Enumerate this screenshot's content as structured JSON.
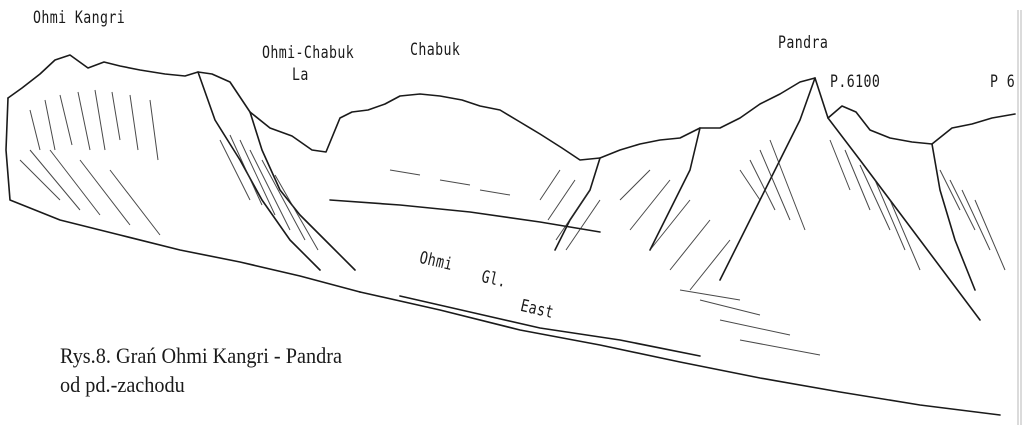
{
  "peaks": {
    "ohmi_kangri": "Ohmi Kangri",
    "ohmi_chabuk_la_line1": "Ohmi-Chabuk",
    "ohmi_chabuk_la_line2": "La",
    "chabuk": "Chabuk",
    "pandra": "Pandra",
    "p6100": "P.6100",
    "p6_cut": "P 6"
  },
  "glacier": {
    "word1": "Ohmi",
    "word2": "Gl.",
    "word3": "East"
  },
  "caption": {
    "line1": "Rys.8. Grań Ohmi Kangri - Pandra",
    "line2": "od pd.-zachodu"
  }
}
